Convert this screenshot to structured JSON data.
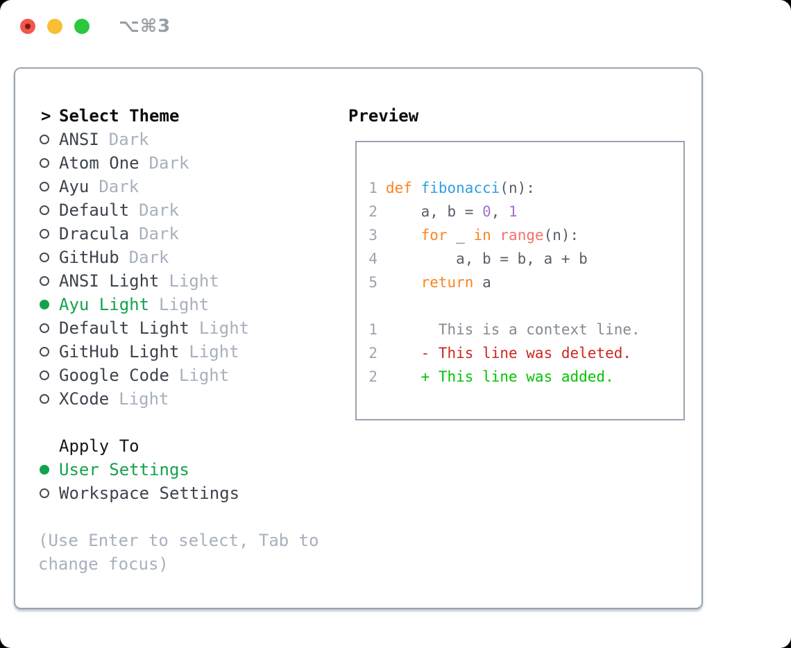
{
  "window": {
    "title": "⌥⌘3"
  },
  "theme_picker": {
    "prompt": ">",
    "title": "Select Theme",
    "themes": [
      {
        "name": "ANSI",
        "variant": "Dark",
        "selected": false
      },
      {
        "name": "Atom One",
        "variant": "Dark",
        "selected": false
      },
      {
        "name": "Ayu",
        "variant": "Dark",
        "selected": false
      },
      {
        "name": "Default",
        "variant": "Dark",
        "selected": false
      },
      {
        "name": "Dracula",
        "variant": "Dark",
        "selected": false
      },
      {
        "name": "GitHub",
        "variant": "Dark",
        "selected": false
      },
      {
        "name": "ANSI Light",
        "variant": "Light",
        "selected": false
      },
      {
        "name": "Ayu Light",
        "variant": "Light",
        "selected": true
      },
      {
        "name": "Default Light",
        "variant": "Light",
        "selected": false
      },
      {
        "name": "GitHub Light",
        "variant": "Light",
        "selected": false
      },
      {
        "name": "Google Code",
        "variant": "Light",
        "selected": false
      },
      {
        "name": "XCode",
        "variant": "Light",
        "selected": false
      }
    ],
    "apply_to": {
      "title": "Apply To",
      "options": [
        {
          "label": "User Settings",
          "selected": true
        },
        {
          "label": "Workspace Settings",
          "selected": false
        }
      ]
    },
    "hint": "(Use Enter to select, Tab to change focus)"
  },
  "preview": {
    "title": "Preview",
    "lines": [
      {
        "num": "1",
        "segments": [
          {
            "t": "def",
            "c": "kw"
          },
          {
            "t": " ",
            "c": "fg"
          },
          {
            "t": "fibonacci",
            "c": "fn"
          },
          {
            "t": "(n):",
            "c": "fg"
          }
        ]
      },
      {
        "num": "2",
        "segments": [
          {
            "t": "    a, b = ",
            "c": "fg"
          },
          {
            "t": "0",
            "c": "num"
          },
          {
            "t": ", ",
            "c": "fg"
          },
          {
            "t": "1",
            "c": "num"
          }
        ]
      },
      {
        "num": "3",
        "segments": [
          {
            "t": "    ",
            "c": "fg"
          },
          {
            "t": "for",
            "c": "kw"
          },
          {
            "t": " _ ",
            "c": "fg"
          },
          {
            "t": "in",
            "c": "kw"
          },
          {
            "t": " ",
            "c": "fg"
          },
          {
            "t": "range",
            "c": "call"
          },
          {
            "t": "(n):",
            "c": "fg"
          }
        ]
      },
      {
        "num": "4",
        "segments": [
          {
            "t": "        a, b = b, a + b",
            "c": "fg"
          }
        ]
      },
      {
        "num": "5",
        "segments": [
          {
            "t": "    ",
            "c": "fg"
          },
          {
            "t": "return",
            "c": "kw"
          },
          {
            "t": " a",
            "c": "fg"
          }
        ]
      },
      {
        "num": "",
        "segments": []
      },
      {
        "num": "1",
        "segments": [
          {
            "t": "      This is a context line.",
            "c": "ctx"
          }
        ]
      },
      {
        "num": "2",
        "segments": [
          {
            "t": "    - This line was deleted.",
            "c": "del"
          }
        ]
      },
      {
        "num": "2",
        "segments": [
          {
            "t": "    + This line was added.",
            "c": "add"
          }
        ]
      }
    ]
  },
  "colors": {
    "accent_green": "#13a24b",
    "diff_added": "#03c303",
    "diff_deleted": "#c9271e",
    "syntax_keyword": "#f9841e",
    "syntax_function": "#2f9ee3",
    "syntax_call": "#f2716b",
    "syntax_number": "#9f72cf",
    "code_text": "#565e68",
    "context_text": "#83898f",
    "line_number": "#9aa3b0",
    "primary_text": "#3d434d",
    "muted_text": "#a7b0bd",
    "border_gray": "#99a3af",
    "traffic_red": "#f2564d",
    "traffic_yellow": "#f9be34",
    "traffic_green": "#2dc73f",
    "title_text": "#999fa8"
  }
}
